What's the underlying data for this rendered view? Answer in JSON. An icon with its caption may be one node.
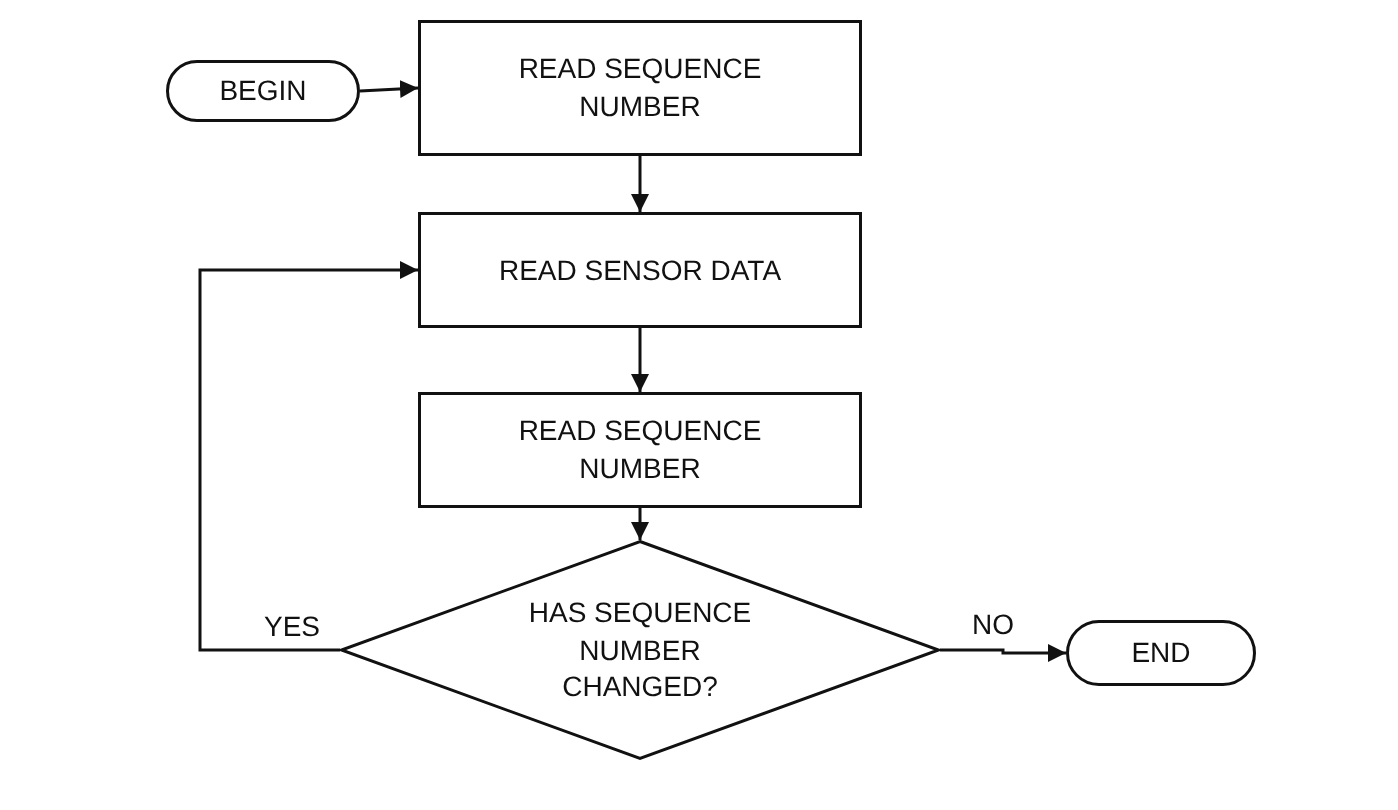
{
  "diagram": {
    "nodes": [
      {
        "text": [
          "BEGIN"
        ]
      },
      {
        "text": [
          "READ SEQUENCE NUMBER"
        ]
      },
      {
        "text": [
          "READ SENSOR DATA"
        ]
      },
      {
        "text": [
          "READ SEQUENCE NUMBER"
        ]
      },
      {
        "text": [
          "HAS SEQUENCE NUMBER CHANGED?"
        ]
      },
      {
        "text": [
          "END"
        ]
      }
    ],
    "edges": [
      {
        "from": 0,
        "to": 1,
        "arrow": "to"
      },
      {
        "from": 1,
        "to": 2,
        "arrow": "to"
      },
      {
        "from": 2,
        "to": 3,
        "arrow": "to"
      },
      {
        "from": 3,
        "to": 4,
        "arrow": "to"
      },
      {
        "from": 4,
        "to": 2,
        "arrow": "to",
        "label": "YES"
      },
      {
        "from": 4,
        "to": 5,
        "arrow": "to",
        "label": "NO"
      }
    ]
  }
}
